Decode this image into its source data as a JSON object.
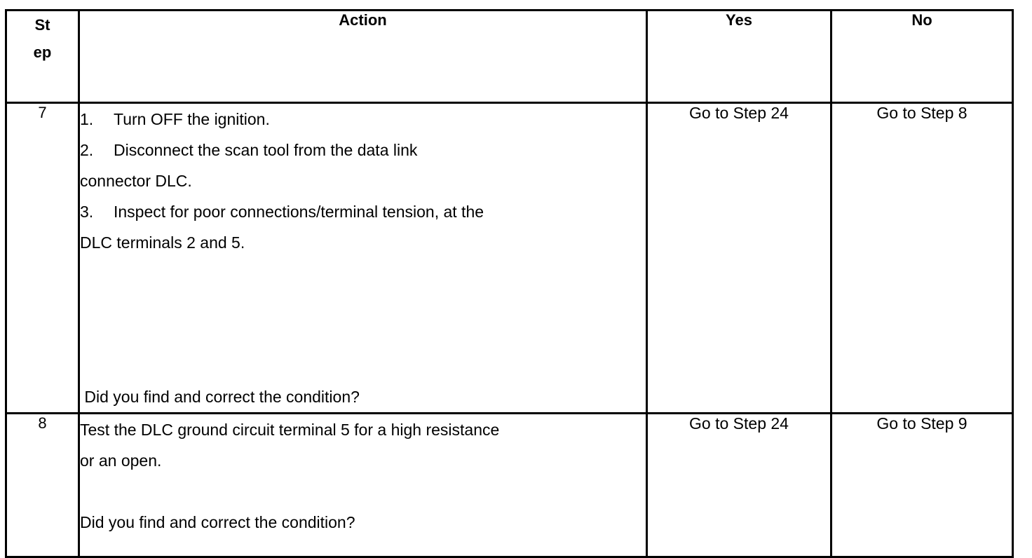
{
  "table": {
    "headers": {
      "step_line1": "St",
      "step_line2": "ep",
      "action": "Action",
      "yes": "Yes",
      "no": "No"
    },
    "rows": [
      {
        "step": "7",
        "action_items": [
          {
            "num": "1.",
            "text": "Turn OFF the ignition."
          },
          {
            "num": "2.",
            "text": "Disconnect the scan tool from the data link"
          },
          {
            "num": "",
            "text": "connector DLC."
          },
          {
            "num": "3.",
            "text": "Inspect for poor connections/terminal tension, at the"
          },
          {
            "num": "",
            "text": "DLC terminals 2 and 5."
          }
        ],
        "question": " Did you find and correct the condition?",
        "yes": "Go to Step 24",
        "no": "Go to Step 8"
      },
      {
        "step": "8",
        "action_items": [
          {
            "num": "",
            "text": "Test the DLC ground circuit terminal 5 for a high resistance"
          },
          {
            "num": "",
            "text": "or an open."
          }
        ],
        "question": "Did you find and correct the condition?",
        "yes": "Go to Step 24",
        "no": "Go to Step 9"
      }
    ]
  },
  "colors": {
    "border": "#000000",
    "text": "#000000",
    "background": "#ffffff"
  }
}
